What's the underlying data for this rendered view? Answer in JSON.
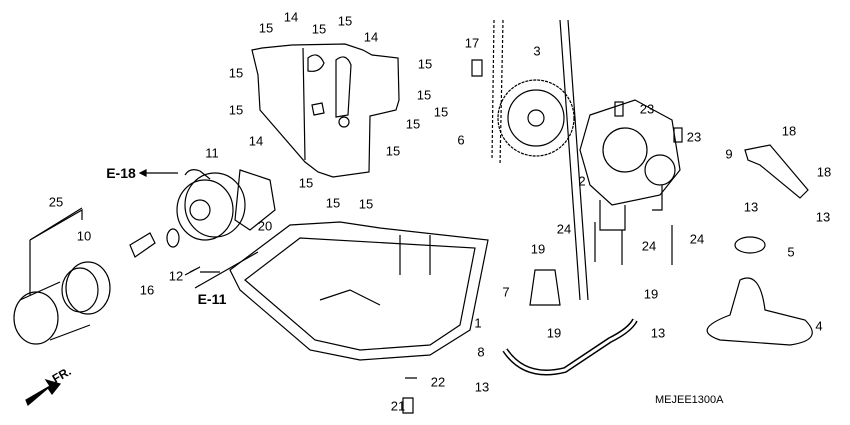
{
  "diagram_code": "MEJEE1300A",
  "front_indicator": "FR.",
  "references": [
    "E-18",
    "E-11"
  ],
  "callouts": [
    "15",
    "14",
    "15",
    "15",
    "14",
    "15",
    "15",
    "15",
    "15",
    "15",
    "14",
    "15",
    "15",
    "15",
    "15",
    "15",
    "17",
    "3",
    "23",
    "23",
    "6",
    "2",
    "18",
    "9",
    "18",
    "13",
    "13",
    "11",
    "20",
    "25",
    "10",
    "12",
    "16",
    "24",
    "24",
    "24",
    "19",
    "5",
    "7",
    "19",
    "1",
    "13",
    "4",
    "19",
    "8",
    "13",
    "22",
    "21"
  ]
}
